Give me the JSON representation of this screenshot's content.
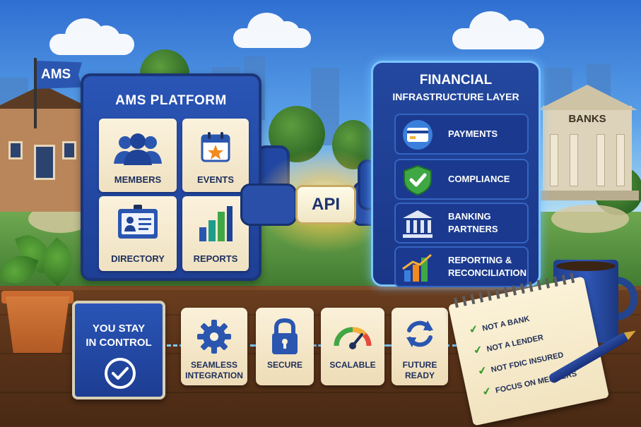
{
  "flag": {
    "label": "AMS"
  },
  "bank": {
    "label": "BANKS"
  },
  "ams_platform": {
    "title": "AMS PLATFORM",
    "tiles": [
      {
        "label": "MEMBERS",
        "icon": "members-icon"
      },
      {
        "label": "EVENTS",
        "icon": "calendar-star-icon"
      },
      {
        "label": "DIRECTORY",
        "icon": "id-badge-icon"
      },
      {
        "label": "REPORTS",
        "icon": "bar-chart-icon"
      }
    ]
  },
  "connector": {
    "label": "API"
  },
  "financial_layer": {
    "title_line1": "FINANCIAL",
    "title_line2": "INFRASTRUCTURE LAYER",
    "rows": [
      {
        "line1": "PAYMENTS",
        "line2": "",
        "icon": "credit-card-icon"
      },
      {
        "line1": "COMPLIANCE",
        "line2": "",
        "icon": "shield-check-icon"
      },
      {
        "line1": "BANKING",
        "line2": "PARTNERS",
        "icon": "bank-building-icon"
      },
      {
        "line1": "REPORTING &",
        "line2": "RECONCILIATION",
        "icon": "chart-growth-icon"
      }
    ]
  },
  "control": {
    "line1": "YOU STAY",
    "line2": "IN CONTROL",
    "icon": "check-circle-icon"
  },
  "features": [
    {
      "line1": "SEAMLESS",
      "line2": "INTEGRATION",
      "icon": "gear-icon"
    },
    {
      "line1": "SECURE",
      "line2": "",
      "icon": "lock-icon"
    },
    {
      "line1": "SCALABLE",
      "line2": "",
      "icon": "gauge-icon"
    },
    {
      "line1": "FUTURE",
      "line2": "READY",
      "icon": "refresh-icon"
    }
  ],
  "notepad": {
    "items": [
      "NOT A BANK",
      "NOT A LENDER",
      "NOT FDIC INSURED",
      "FOCUS ON MEMBERS"
    ]
  },
  "colors": {
    "panel_blue": "#2a55b6",
    "glow_blue": "#7cc4ff",
    "tile_cream": "#fbf2dd",
    "accent_orange": "#f28a1e",
    "check_green": "#3a9a2b"
  }
}
